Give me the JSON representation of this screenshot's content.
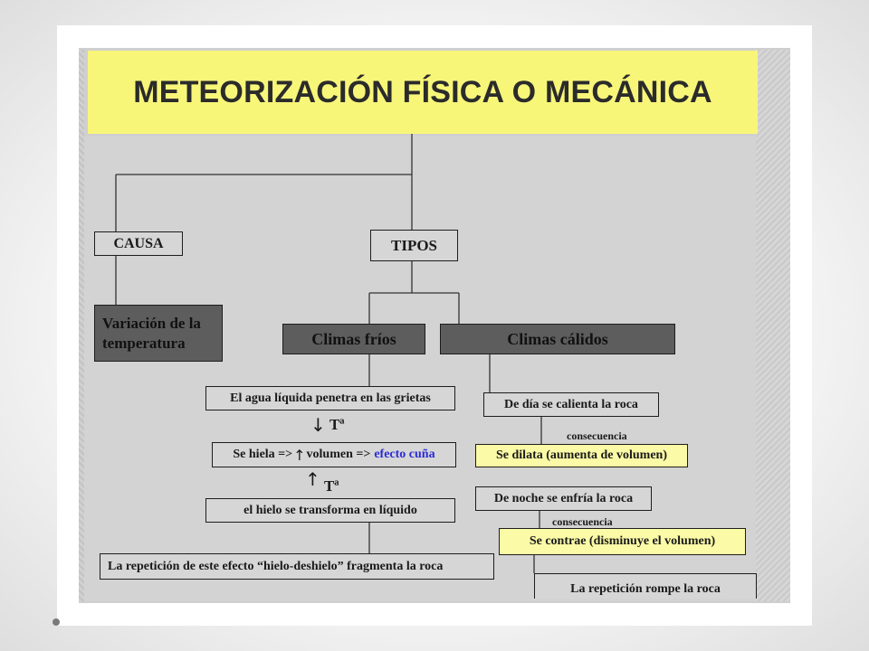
{
  "title": "METEORIZACIÓN FÍSICA O MECÁNICA",
  "boxes": {
    "causa": "CAUSA",
    "tipos": "TIPOS",
    "variacion_line1": "Variación de la",
    "variacion_line2": "temperatura",
    "climas_frios": "Climas fríos",
    "climas_calidos": "Climas cálidos",
    "agua_liquida": "El agua líquida penetra en las grietas",
    "se_hiela_prefix": "Se hiela =>",
    "se_hiela_middle": "volumen =>",
    "efecto_cuna": "efecto cuña",
    "hielo_transforma": "el hielo se transforma en líquido",
    "repeticion_frio": "La repetición de este efecto “hielo-deshielo” fragmenta la roca",
    "dia_calienta": "De día se calienta la roca",
    "se_dilata": "Se dilata (aumenta de volumen)",
    "noche_enfria": "De noche se enfría la roca",
    "se_contrae": "Se contrae (disminuye el volumen)",
    "repeticion_rompe": "La repetición rompe la roca"
  },
  "labels": {
    "temp_label_1": "Tª",
    "temp_label_2": "Tª",
    "consecuencia_1": "consecuencia",
    "consecuencia_2": "consecuencia"
  },
  "icons": {
    "arrow_down": "↓",
    "arrow_up": "↑"
  },
  "colors": {
    "banner": "#f8f679",
    "panel": "#d3d3d3",
    "dark_box": "#5d5d5d",
    "yellow_box": "#fbfaa6",
    "highlight_text": "#2b2bd6"
  }
}
